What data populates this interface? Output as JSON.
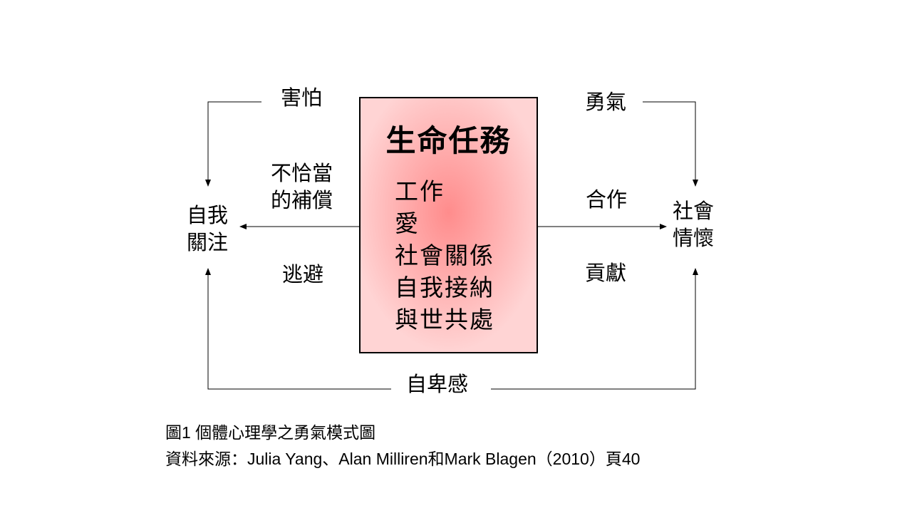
{
  "center": {
    "title": "生命任務",
    "tasks": [
      "工作",
      "愛",
      "社會關係",
      "自我接納",
      "與世共處"
    ]
  },
  "nodes": {
    "left": [
      "自我",
      "關注"
    ],
    "right": [
      "社會",
      "情懷"
    ]
  },
  "labels": {
    "top_left": "害怕",
    "top_right": "勇氣",
    "mid_left": [
      "不恰當",
      "的補償"
    ],
    "mid_right": "合作",
    "low_left": "逃避",
    "low_right": "貢獻",
    "bottom": "自卑感"
  },
  "caption": {
    "title": "圖1 個體心理學之勇氣模式圖",
    "source": "資料來源：Julia Yang、Alan Milliren和Mark Blagen（2010）頁40"
  },
  "colors": {
    "box_center": "#ff8c8c",
    "box_edge": "#ffd4d4",
    "line": "#000000"
  }
}
